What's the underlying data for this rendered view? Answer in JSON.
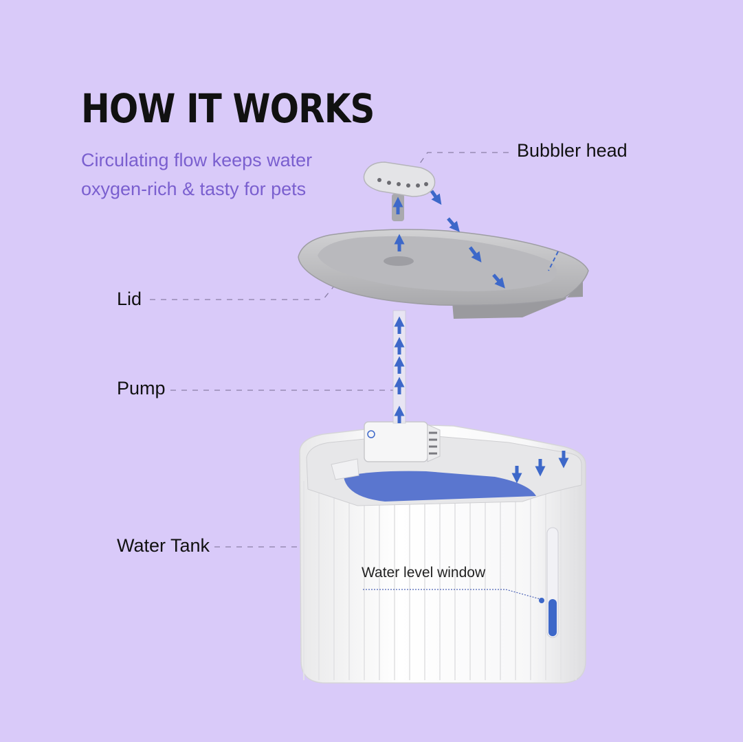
{
  "header": {
    "title": "HOW IT WORKS",
    "subtitle_line1": "Circulating flow keeps water",
    "subtitle_line2": "oxygen-rich & tasty for pets"
  },
  "labels": {
    "bubbler_head": "Bubbler head",
    "lid": "Lid",
    "pump": "Pump",
    "water_tank": "Water Tank",
    "water_level_window": "Water level window"
  },
  "colors": {
    "background": "#d9caf9",
    "accent": "#7a5fcf",
    "flow_arrows": "#3d68c9",
    "water": "#5a76cf"
  }
}
